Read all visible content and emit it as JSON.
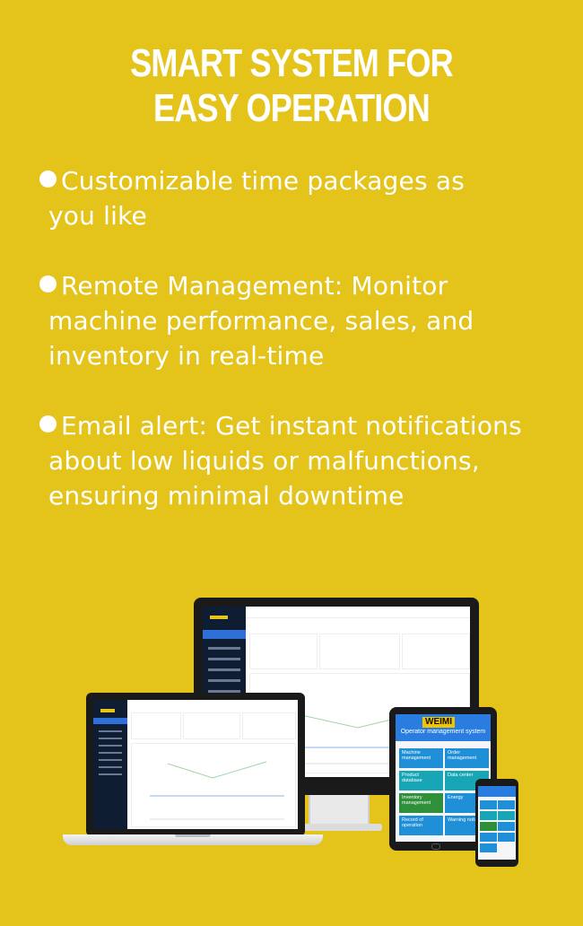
{
  "heading": {
    "line1": "SMART SYSTEM FOR",
    "line2": "EASY OPERATION"
  },
  "bullets": [
    {
      "first": "Customizable time packages as",
      "rest": "you like"
    },
    {
      "first": "Remote Management: Monitor",
      "rest": "machine performance, sales, and inventory in real-time"
    },
    {
      "first": "Email alert: Get instant notifications",
      "rest": "about low liquids or malfunctions, ensuring minimal downtime"
    }
  ],
  "tablet_app": {
    "logo": "WEIMI",
    "subtitle": "Operator management system",
    "tiles": [
      {
        "label": "Machine management",
        "color": "#1f8fd8"
      },
      {
        "label": "Order management",
        "color": "#1f8fd8"
      },
      {
        "label": "Product database",
        "color": "#16a6b6"
      },
      {
        "label": "Data center",
        "color": "#16a6b6"
      },
      {
        "label": "Inventory management",
        "color": "#2f8f3a"
      },
      {
        "label": "Energy",
        "color": "#1f8fd8"
      },
      {
        "label": "Record of operation",
        "color": "#1f8fd8"
      },
      {
        "label": "Warning notice",
        "color": "#1f8fd8"
      }
    ]
  },
  "colors": {
    "background": "#e4c31a",
    "text": "#ffffff",
    "sidebar": "#0f1d33",
    "accent_blue": "#2f6fd8"
  }
}
